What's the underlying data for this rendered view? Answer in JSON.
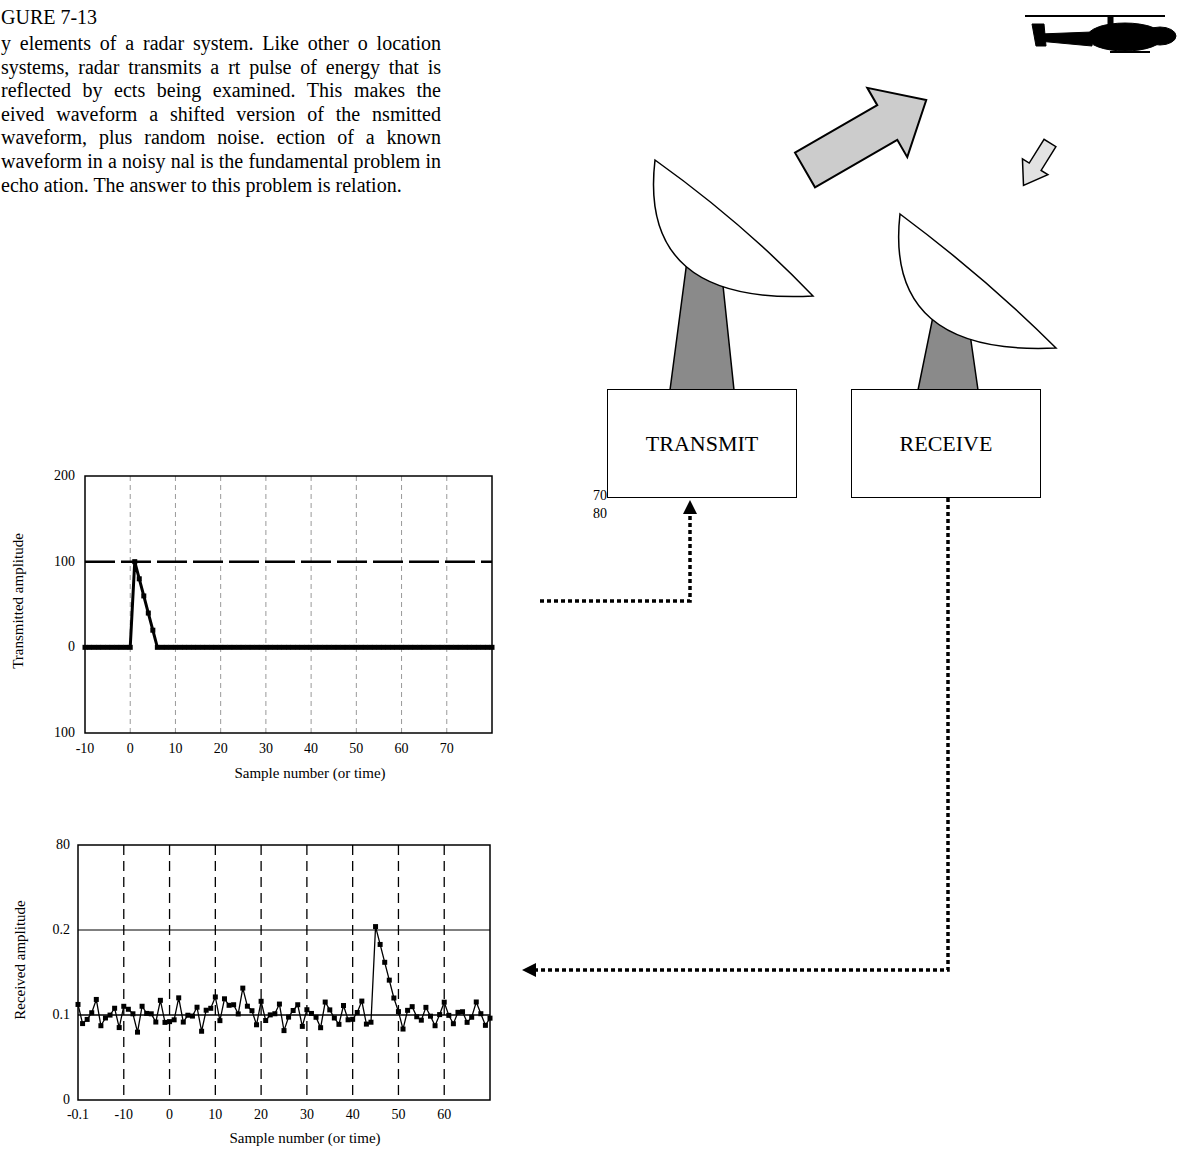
{
  "diagram": {
    "title": "GURE 7-13",
    "caption": "y elements of a radar system. Like other o location systems, radar transmits a rt pulse of energy that is reflected by ects being examined. This makes the eived waveform a shifted version of the nsmitted waveform, plus random noise. ection of a known waveform in a noisy nal is the fundamental problem in echo ation. The answer to this problem is relation.",
    "nodes": [
      {
        "text": [
          "TRANSMIT"
        ]
      },
      {
        "text": [
          "RECEIVE"
        ]
      },
      {
        "text": [
          "Transmitted amplitude",
          "Sample number (or time)"
        ]
      },
      {
        "text": [
          "Received amplitude",
          "Sample number (or time)"
        ]
      }
    ],
    "edges": [
      {
        "from": 2,
        "to": 0,
        "arrow": "to"
      },
      {
        "from": 1,
        "to": 3,
        "arrow": "to"
      }
    ],
    "labels": [
      "200",
      "100",
      "0",
      "100",
      "-10",
      "0",
      "10",
      "20",
      "30",
      "40",
      "50",
      "60",
      "70",
      "80",
      "0.2",
      "0.1",
      "0",
      "-0.1",
      "-10",
      "0",
      "10",
      "20",
      "30",
      "40",
      "50",
      "60",
      "70",
      "80"
    ]
  }
}
